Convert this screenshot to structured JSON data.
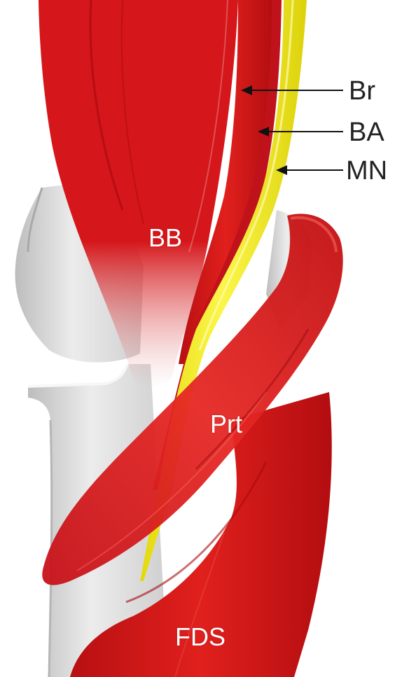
{
  "labels": {
    "biceps": "BB",
    "pronator": "Prt",
    "fds": "FDS",
    "brachialis": "Br",
    "brachial_artery": "BA",
    "median_nerve": "MN"
  },
  "colors": {
    "muscle": "#d5161a",
    "muscle_dark": "#a80c10",
    "muscle_light": "#ea3b35",
    "nerve": "#f4ef1a",
    "bone": "#dcdcdc",
    "bone_shadow": "#a9a9a9",
    "arrow": "#111111"
  }
}
